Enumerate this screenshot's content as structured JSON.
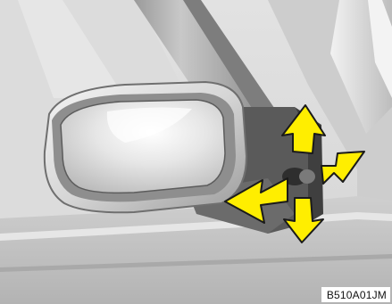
{
  "figure": {
    "code": "B510A01JM"
  },
  "illustration": {
    "subject": "outside-rear-view-mirror-adjustment",
    "arrow_color": "#ffee00",
    "arrow_directions": [
      "up",
      "down",
      "left",
      "right"
    ]
  }
}
